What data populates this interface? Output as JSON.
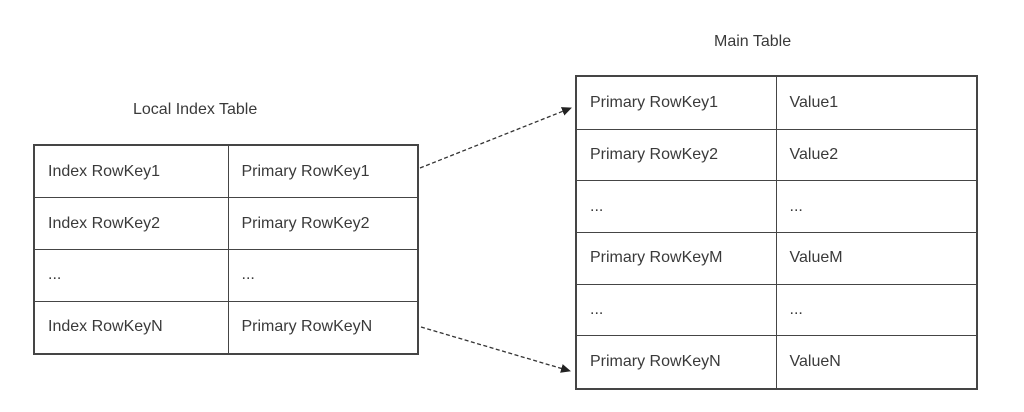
{
  "colors": {
    "background": "#ffffff",
    "border_line": "#454545",
    "text": "#3a3a3a",
    "arrow": "#333333"
  },
  "local_index_table": {
    "title": "Local Index Table",
    "rows": [
      [
        "Index RowKey1",
        "Primary RowKey1"
      ],
      [
        "Index RowKey2",
        "Primary RowKey2"
      ],
      [
        "...",
        "..."
      ],
      [
        "Index RowKeyN",
        "Primary RowKeyN"
      ]
    ]
  },
  "main_table": {
    "title": "Main Table",
    "rows": [
      [
        "Primary RowKey1",
        "Value1"
      ],
      [
        "Primary RowKey2",
        "Value2"
      ],
      [
        "...",
        "..."
      ],
      [
        "Primary RowKeyM",
        "ValueM"
      ],
      [
        "...",
        "..."
      ],
      [
        "Primary RowKeyN",
        "ValueN"
      ]
    ]
  }
}
